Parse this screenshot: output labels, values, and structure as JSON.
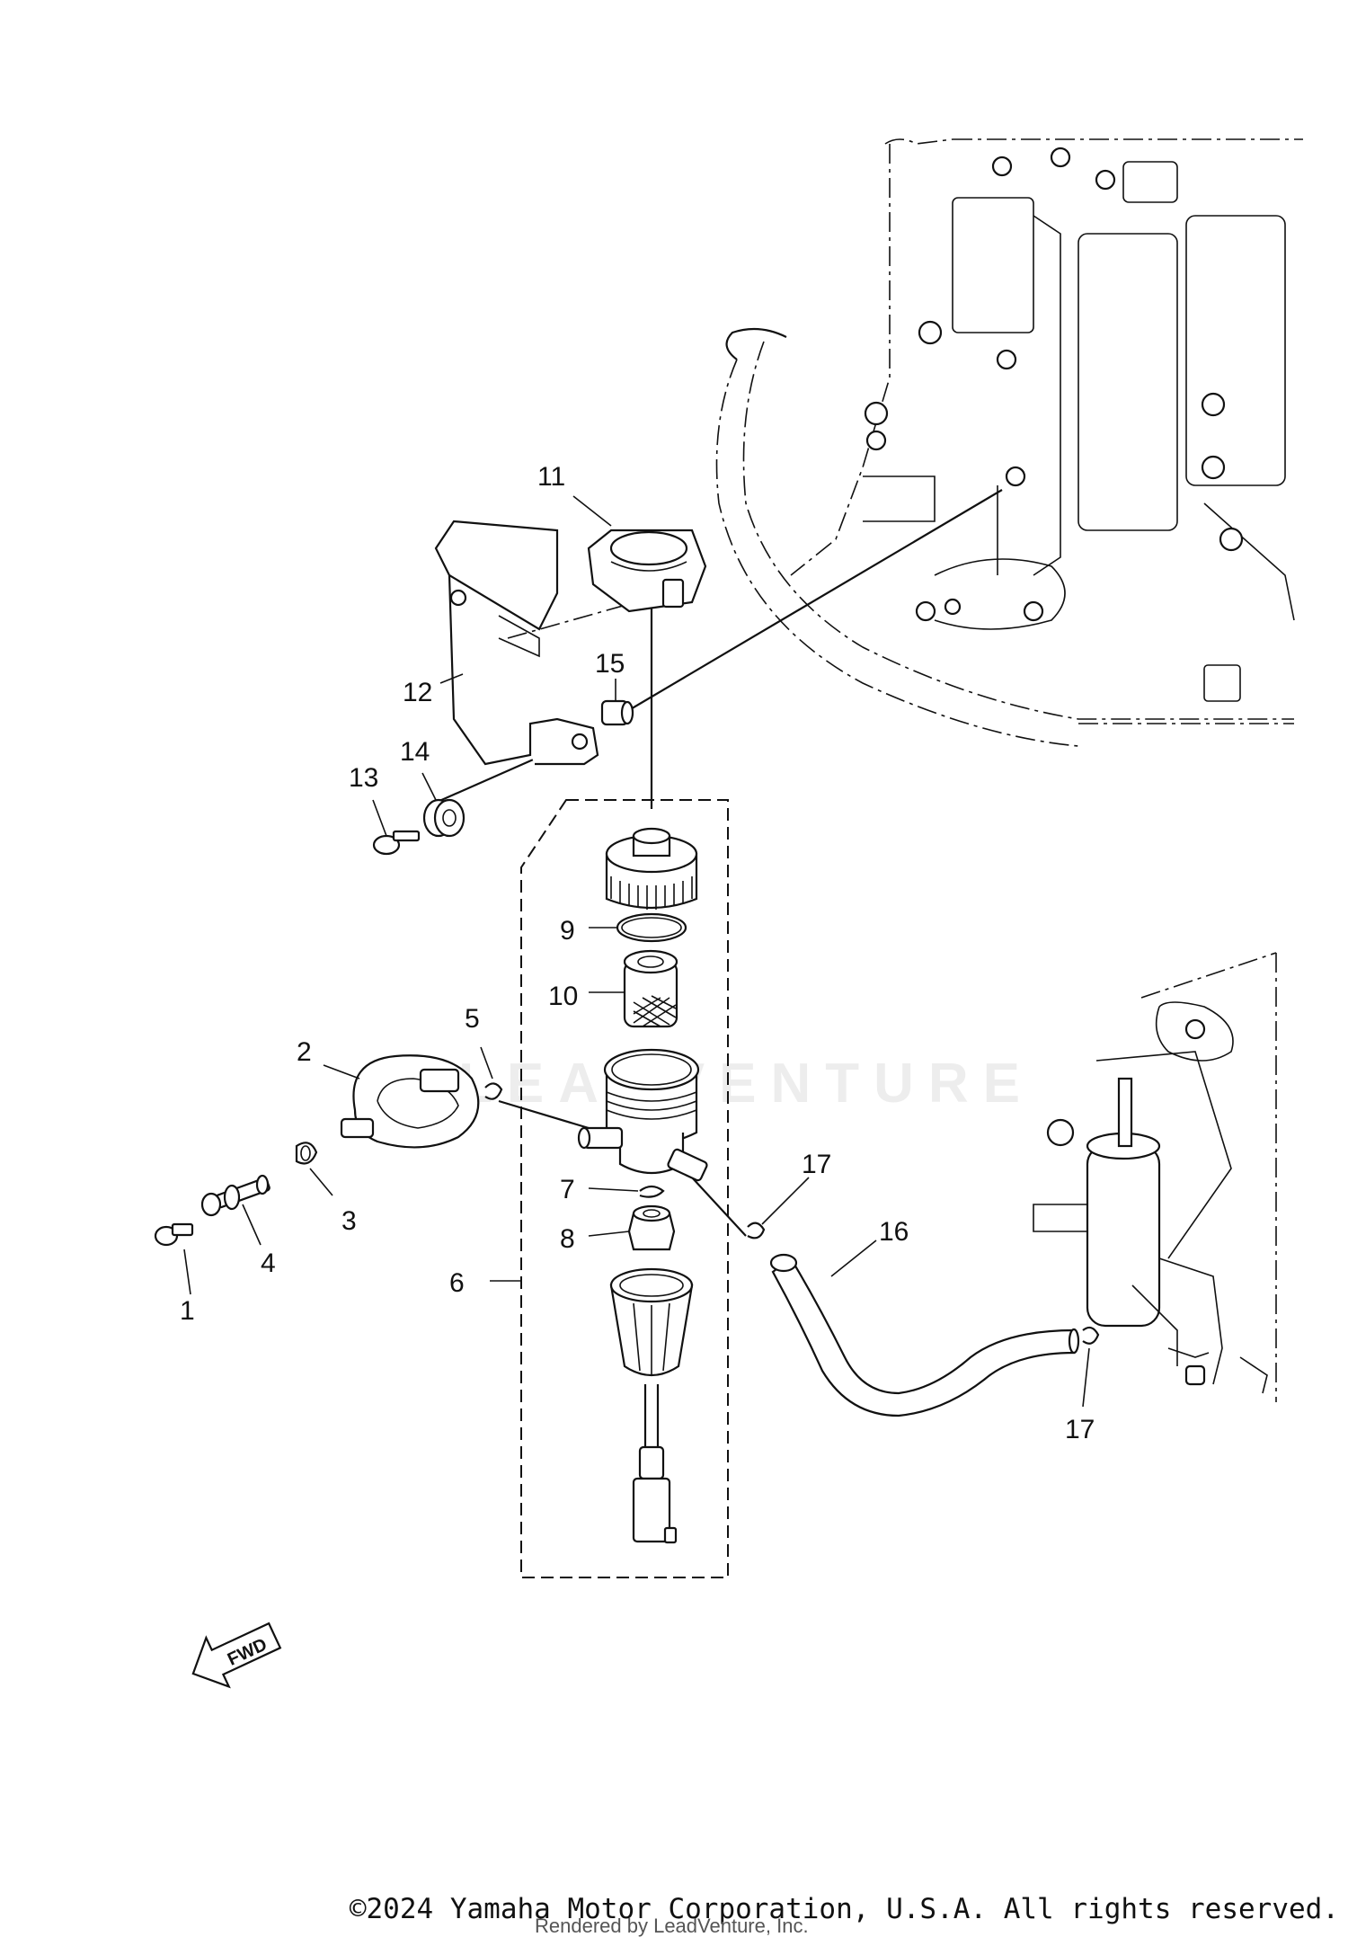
{
  "diagram": {
    "callouts": [
      "1",
      "2",
      "3",
      "4",
      "5",
      "6",
      "7",
      "8",
      "9",
      "10",
      "11",
      "12",
      "13",
      "14",
      "15",
      "16",
      "17",
      "17"
    ],
    "direction_marker": "FWD"
  },
  "footer": {
    "copyright": "©2024 Yamaha Motor Corporation, U.S.A. All rights reserved.",
    "rendered_by": "Rendered by LeadVenture, Inc."
  },
  "watermark": {
    "text": "LEADVENTURE"
  }
}
